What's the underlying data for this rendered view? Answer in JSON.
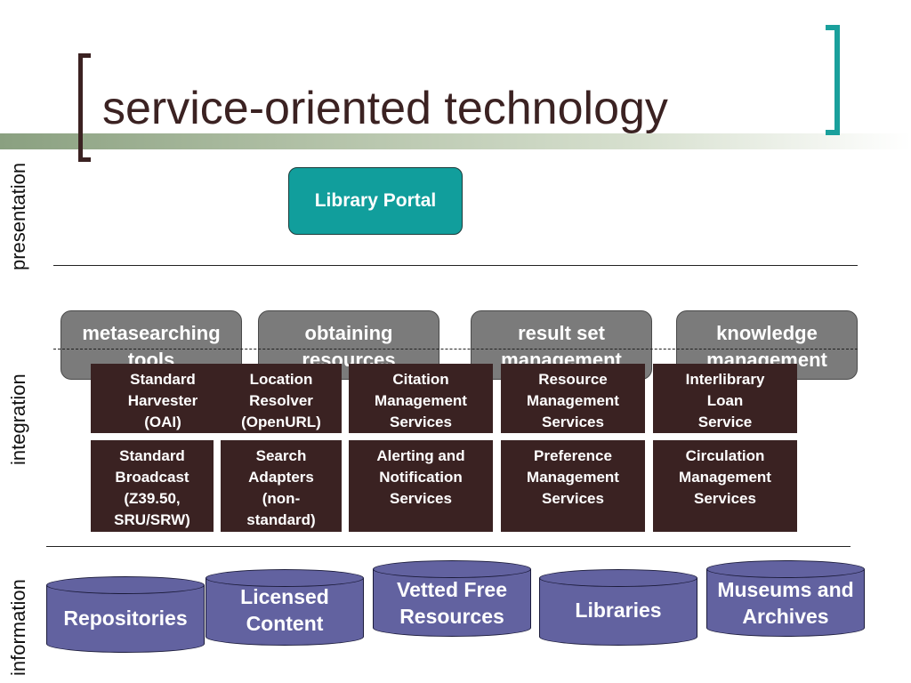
{
  "title": "service-oriented technology",
  "layers": {
    "presentation": "presentation",
    "integration": "integration",
    "information": "information"
  },
  "portal": {
    "label": "Library Portal"
  },
  "categories": [
    {
      "label": "metasearching\ntools"
    },
    {
      "label": "obtaining\nresources"
    },
    {
      "label": "result set\nmanagement"
    },
    {
      "label": "knowledge\nmanagement"
    }
  ],
  "services_row1": [
    {
      "label": "Standard\nHarvester\n(OAI)"
    },
    {
      "label": "Location\nResolver\n(OpenURL)"
    },
    {
      "label": "Citation\nManagement\nServices"
    },
    {
      "label": "Resource\nManagement\nServices"
    },
    {
      "label": "Interlibrary\nLoan\nService"
    }
  ],
  "services_row2": [
    {
      "label": "Standard\nBroadcast\n(Z39.50,\nSRU/SRW)"
    },
    {
      "label": "Search\nAdapters\n(non-\nstandard)"
    },
    {
      "label": "Alerting and\nNotification\nServices"
    },
    {
      "label": "Preference\nManagement\nServices"
    },
    {
      "label": "Circulation\nManagement\nServices"
    }
  ],
  "sources": [
    {
      "label": "Repositories"
    },
    {
      "label": "Licensed\nContent"
    },
    {
      "label": "Vetted Free\nResources"
    },
    {
      "label": "Libraries"
    },
    {
      "label": "Museums and\nArchives"
    }
  ],
  "colors": {
    "portal": "#119e9c",
    "pill": "#7b7b7b",
    "service_box": "#3a2222",
    "cylinder": "#6262a0",
    "title_text": "#3b2222",
    "bracket_right": "#1aa09c"
  }
}
